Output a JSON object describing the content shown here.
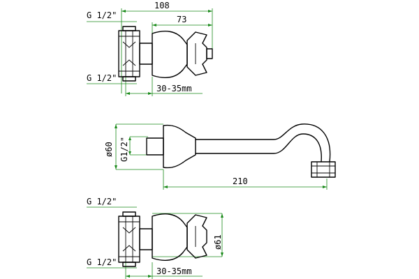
{
  "top_view": {
    "thread_top_label": "G 1/2\"",
    "thread_bottom_label": "G 1/2\"",
    "overall_dim_label": "108",
    "body_dim_label": "73",
    "depth_dim_label": "30-35mm"
  },
  "spout_view": {
    "diameter_label": "ø60",
    "thread_label": "G1/2\"",
    "length_label": "210"
  },
  "bottom_view": {
    "thread_top_label": "G 1/2\"",
    "thread_bottom_label": "G 1/2\"",
    "diameter_label": "ø61",
    "depth_dim_label": "30-35mm"
  },
  "colors": {
    "dimension_line": "#1a8a1a",
    "outline": "#000000"
  }
}
